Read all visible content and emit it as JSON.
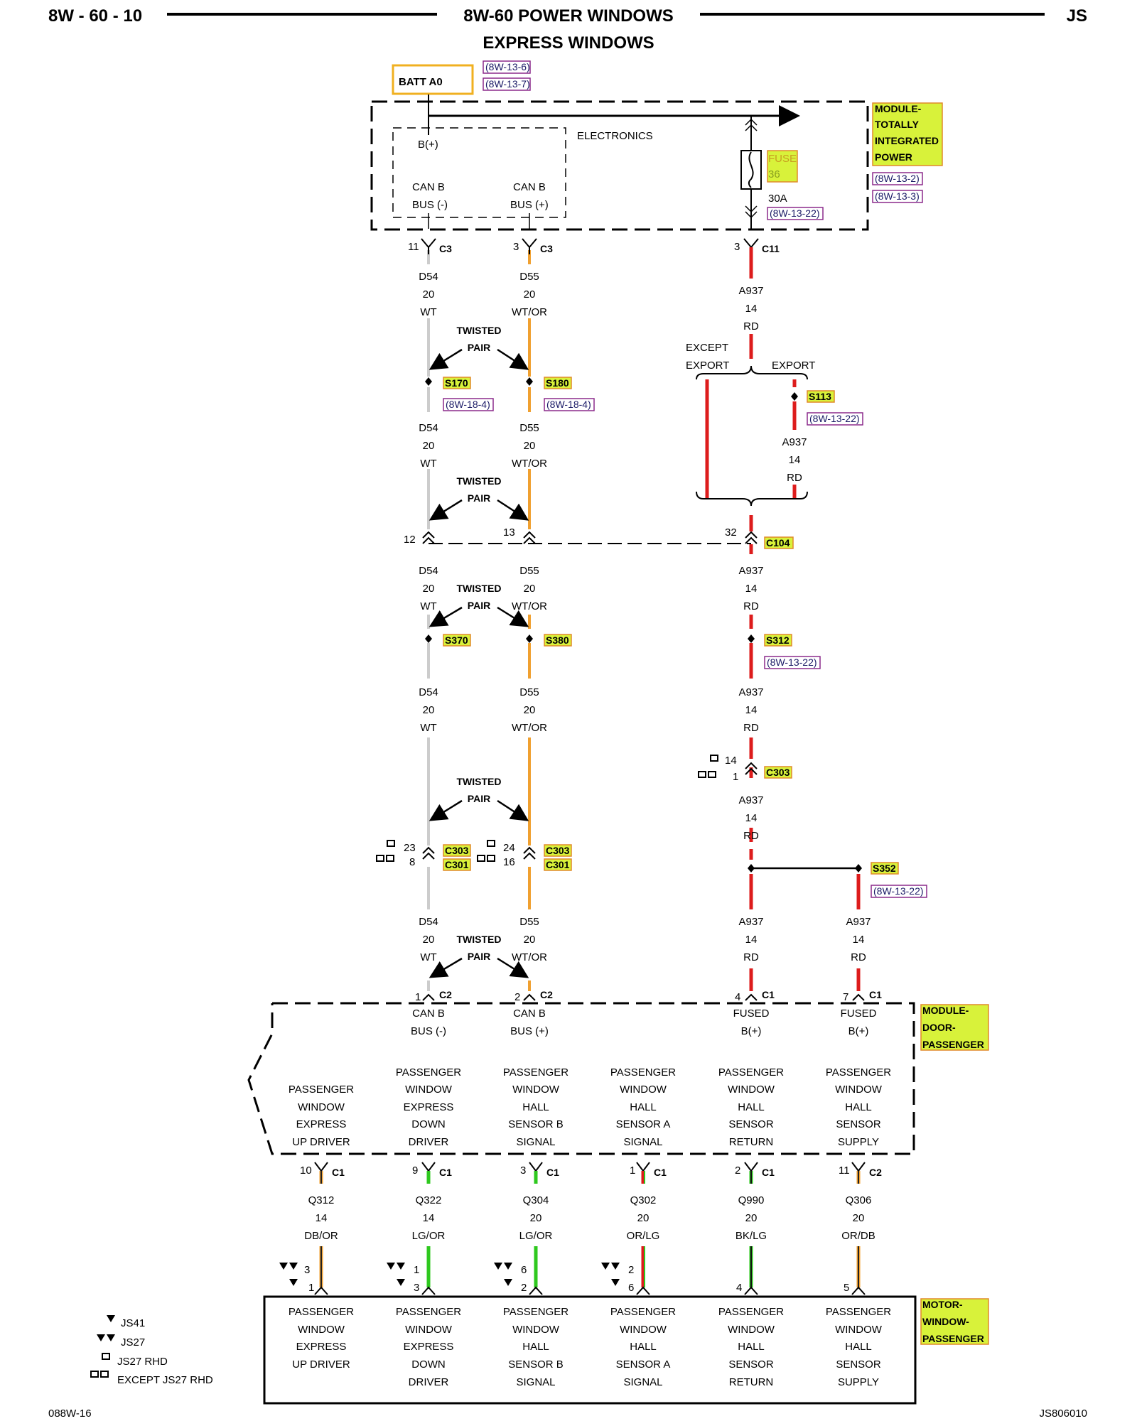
{
  "header": {
    "left": "8W - 60 - 10",
    "center": "8W-60 POWER WINDOWS",
    "right": "JS",
    "subtitle": "EXPRESS WINDOWS"
  },
  "footer": {
    "left": "088W-16",
    "right": "JS806010"
  },
  "top": {
    "batt": "BATT A0",
    "batt_refs": [
      "(8W-13-6)",
      "(8W-13-7)"
    ],
    "electronics": "ELECTRONICS",
    "bplus": "B(+)",
    "canb_minus": [
      "CAN B",
      "BUS (-)"
    ],
    "canb_plus": [
      "CAN B",
      "BUS (+)"
    ],
    "fuse": [
      "FUSE",
      "36"
    ],
    "fuse_amp": "30A",
    "fuse_ref": "(8W-13-22)",
    "module_tip": [
      "MODULE-",
      "TOTALLY",
      "INTEGRATED",
      "POWER"
    ],
    "module_tip_refs": [
      "(8W-13-2)",
      "(8W-13-3)"
    ]
  },
  "connectors": {
    "c3_11": "11",
    "c3_3": "3",
    "c3": "C3",
    "c11_3": "3",
    "c11": "C11",
    "c104_12": "12",
    "c104_13": "13",
    "c104_32": "32",
    "c104": "C104",
    "c303_14": "14",
    "c303_1": "1",
    "c303": "C303",
    "c303b_23": "23",
    "c303b_8": "8",
    "c303b_24": "24",
    "c303b_16": "16",
    "c301": "C301",
    "c2_1": "1",
    "c2_2": "2",
    "c2": "C2",
    "c1_4": "4",
    "c1_7": "7",
    "c1": "C1"
  },
  "wires": {
    "d54": [
      "D54",
      "20",
      "WT"
    ],
    "d55": [
      "D55",
      "20",
      "WT/OR"
    ],
    "a937": [
      "A937",
      "14",
      "RD"
    ],
    "twisted": [
      "TWISTED",
      "PAIR"
    ],
    "except_export": [
      "EXCEPT",
      "EXPORT"
    ],
    "export": "EXPORT"
  },
  "splices": {
    "s170": "S170",
    "s180": "S180",
    "s113": "S113",
    "s370": "S370",
    "s380": "S380",
    "s312": "S312",
    "s352": "S352",
    "ref_18_4": "(8W-18-4)",
    "ref_13_22": "(8W-13-22)"
  },
  "door_module": {
    "name": [
      "MODULE-",
      "DOOR-",
      "PASSENGER"
    ],
    "canb_minus": [
      "CAN B",
      "BUS (-)"
    ],
    "canb_plus": [
      "CAN B",
      "BUS (+)"
    ],
    "fused": [
      "FUSED",
      "B(+)"
    ],
    "pins": [
      {
        "label": [
          "PASSENGER",
          "WINDOW",
          "EXPRESS",
          "UP DRIVER"
        ],
        "pin": "10",
        "conn": "C1",
        "wire": [
          "Q312",
          "14",
          "DB/OR"
        ],
        "mpin_a": "3",
        "mpin_b": "1",
        "motor_pin": "1"
      },
      {
        "label": [
          "PASSENGER",
          "WINDOW",
          "EXPRESS",
          "DOWN",
          "DRIVER"
        ],
        "pin": "9",
        "conn": "C1",
        "wire": [
          "Q322",
          "14",
          "LG/OR"
        ],
        "mpin_a": "1",
        "mpin_b": "3",
        "motor_pin": "3"
      },
      {
        "label": [
          "PASSENGER",
          "WINDOW",
          "HALL",
          "SENSOR B",
          "SIGNAL"
        ],
        "pin": "3",
        "conn": "C1",
        "wire": [
          "Q304",
          "20",
          "LG/OR"
        ],
        "mpin_a": "6",
        "mpin_b": "2",
        "motor_pin": "2"
      },
      {
        "label": [
          "PASSENGER",
          "WINDOW",
          "HALL",
          "SENSOR A",
          "SIGNAL"
        ],
        "pin": "1",
        "conn": "C1",
        "wire": [
          "Q302",
          "20",
          "OR/LG"
        ],
        "mpin_a": "2",
        "mpin_b": "6",
        "motor_pin": "6"
      },
      {
        "label": [
          "PASSENGER",
          "WINDOW",
          "HALL",
          "SENSOR",
          "RETURN"
        ],
        "pin": "2",
        "conn": "C1",
        "wire": [
          "Q990",
          "20",
          "BK/LG"
        ],
        "motor_pin": "4"
      },
      {
        "label": [
          "PASSENGER",
          "WINDOW",
          "HALL",
          "SENSOR",
          "SUPPLY"
        ],
        "pin": "11",
        "conn": "C2",
        "wire": [
          "Q306",
          "20",
          "OR/DB"
        ],
        "motor_pin": "5"
      }
    ]
  },
  "motor": {
    "name": [
      "MOTOR-",
      "WINDOW-",
      "PASSENGER"
    ],
    "labels": [
      [
        "PASSENGER",
        "WINDOW",
        "EXPRESS",
        "UP DRIVER"
      ],
      [
        "PASSENGER",
        "WINDOW",
        "EXPRESS",
        "DOWN",
        "DRIVER"
      ],
      [
        "PASSENGER",
        "WINDOW",
        "HALL",
        "SENSOR B",
        "SIGNAL"
      ],
      [
        "PASSENGER",
        "WINDOW",
        "HALL",
        "SENSOR A",
        "SIGNAL"
      ],
      [
        "PASSENGER",
        "WINDOW",
        "HALL",
        "SENSOR",
        "RETURN"
      ],
      [
        "PASSENGER",
        "WINDOW",
        "HALL",
        "SENSOR",
        "SUPPLY"
      ]
    ]
  },
  "legend": [
    "JS41",
    "JS27",
    "JS27 RHD",
    "EXCEPT JS27 RHD"
  ],
  "colors": {
    "red": "#dd1c1c",
    "orange": "#f0a030",
    "green": "#2ec81e",
    "gray": "#cccccc",
    "highlight": "#d8f23a"
  }
}
